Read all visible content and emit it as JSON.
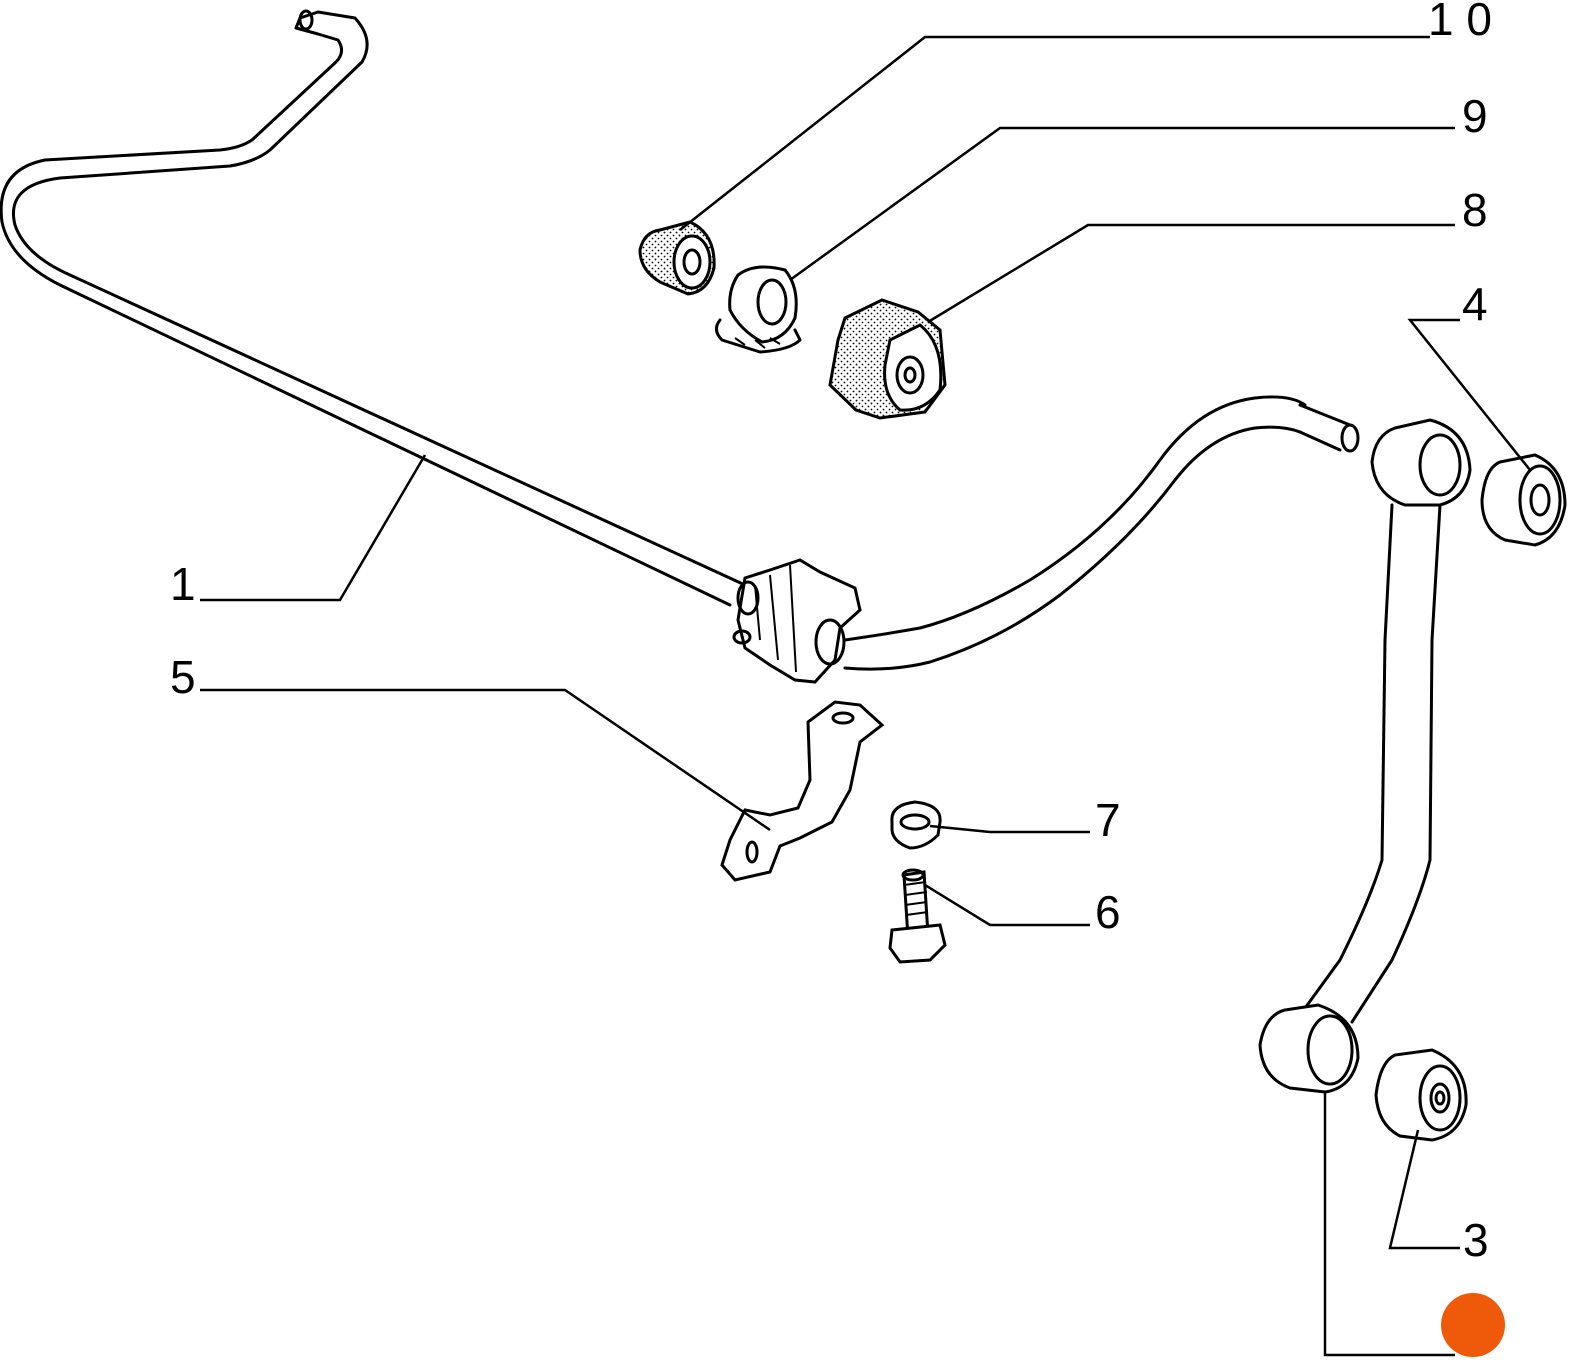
{
  "callouts": [
    {
      "id": "1",
      "label": "1"
    },
    {
      "id": "3",
      "label": "3"
    },
    {
      "id": "4",
      "label": "4"
    },
    {
      "id": "5",
      "label": "5"
    },
    {
      "id": "6",
      "label": "6"
    },
    {
      "id": "7",
      "label": "7"
    },
    {
      "id": "8",
      "label": "8"
    },
    {
      "id": "9",
      "label": "9"
    },
    {
      "id": "10",
      "label": "1 0"
    }
  ],
  "colors": {
    "line": "#000000",
    "background": "#ffffff",
    "marker": "#ee5a0a"
  }
}
